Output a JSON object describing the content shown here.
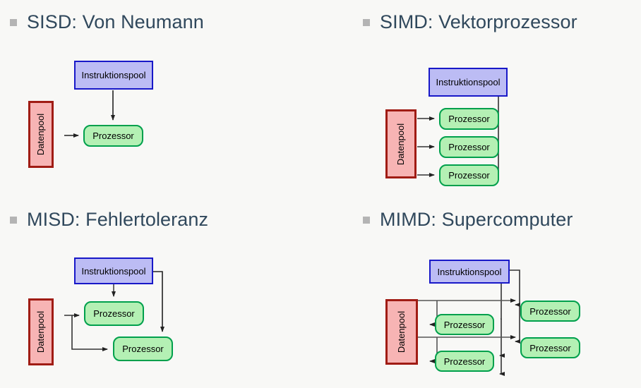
{
  "slide": {
    "background_color": "#f8f8f6",
    "heading_color": "#30485c",
    "bullet_color": "#b4b4b4",
    "colors": {
      "instruction_fill": "#bcbcf4",
      "instruction_border": "#1818c8",
      "processor_fill": "#b4f0b4",
      "processor_border": "#00a04c",
      "data_fill": "#f7b4b4",
      "data_border": "#a01c14",
      "arrow": "#333333"
    }
  },
  "quadrants": {
    "sisd": {
      "heading": "SISD: Von Neumann",
      "instruction_pool": "Instruktionspool",
      "data_pool": "Datenpool",
      "processors": [
        "Prozessor"
      ]
    },
    "simd": {
      "heading": "SIMD: Vektorprozessor",
      "instruction_pool": "Instruktionspool",
      "data_pool": "Datenpool",
      "processors": [
        "Prozessor",
        "Prozessor",
        "Prozessor"
      ]
    },
    "misd": {
      "heading": "MISD: Fehlertoleranz",
      "instruction_pool": "Instruktionspool",
      "data_pool": "Datenpool",
      "processors": [
        "Prozessor",
        "Prozessor"
      ]
    },
    "mimd": {
      "heading": "MIMD: Supercomputer",
      "instruction_pool": "Instruktionspool",
      "data_pool": "Datenpool",
      "processors": [
        "Prozessor",
        "Prozessor",
        "Prozessor",
        "Prozessor"
      ]
    }
  }
}
